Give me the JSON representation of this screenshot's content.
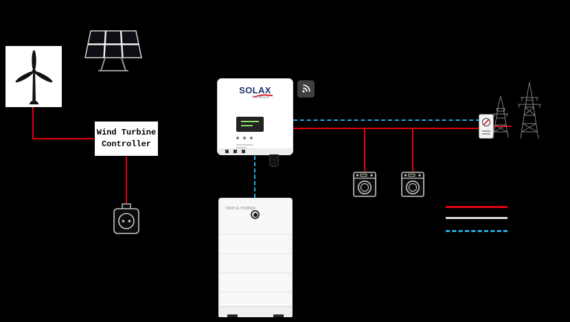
{
  "controller": {
    "line1": "Wind Turbine",
    "line2": "Controller"
  },
  "inverter": {
    "brand": "SOLAX",
    "brand_sub": "POWER"
  },
  "battery": {
    "brand": "TRIPLE POWER"
  },
  "legend": {
    "items": [
      {
        "name": "ac-power-line",
        "color": "#e60012",
        "style": "solid"
      },
      {
        "name": "grid-line",
        "color": "#e0e0e0",
        "style": "solid"
      },
      {
        "name": "communication-line",
        "color": "#29abe2",
        "style": "dashed"
      }
    ]
  },
  "colors": {
    "background": "#000000",
    "ac_line": "#e60012",
    "comm_line": "#29abe2",
    "grid_legend_line": "#e0e0e0",
    "logo_navy": "#1f2f6c",
    "logo_red": "#e60012",
    "wifi_tile": "#3f3f3f",
    "lcd_green": "#8bdf6c"
  },
  "icons": {
    "wind_turbine": "wind-turbine-icon",
    "solar_panel": "solar-panel-icon",
    "outlet": "power-outlet-icon",
    "wifi": "wifi-icon",
    "washing_machine": "washing-machine-icon",
    "energy_meter": "energy-meter-icon",
    "power_grid": "transmission-towers-icon"
  }
}
